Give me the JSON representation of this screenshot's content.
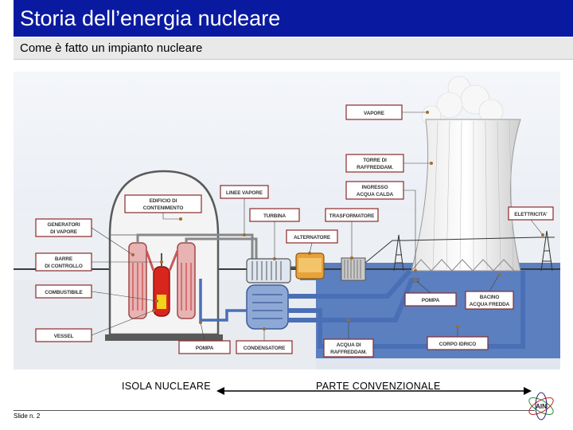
{
  "slide": {
    "title": "Storia dell’energia nucleare",
    "subtitle": "Come è fatto un impianto nucleare",
    "slide_number": "Slide n. 2",
    "logo_text": "AIN"
  },
  "diagram": {
    "labels": {
      "vapore": "VAPORE",
      "torre_1": "TORRE DI",
      "torre_2": "RAFFREDDAM.",
      "ingresso_1": "INGRESSO",
      "ingresso_2": "ACQUA CALDA",
      "linee_vapore": "LINEE VAPORE",
      "edificio_1": "EDIFICIO DI",
      "edificio_2": "CONTENIMENTO",
      "generatori_1": "GENERATORI",
      "generatori_2": "DI VAPORE",
      "barre_1": "BARRE",
      "barre_2": "DI CONTROLLO",
      "combustibile": "COMBUSTIBILE",
      "vessel": "VESSEL",
      "turbina": "TURBINA",
      "trasformatore": "TRASFORMATORE",
      "elettricita": "ELETTRICITA'",
      "alternatore": "ALTERNATORE",
      "pompa_1": "POMPA",
      "bacino_1": "BACINO",
      "bacino_2": "ACQUA FREDDA",
      "pompa_2": "POMPA",
      "condensatore": "CONDENSATORE",
      "acqua_raff_1": "ACQUA DI",
      "acqua_raff_2": "RAFFREDDAM.",
      "corpo_idrico": "CORPO IDRICO"
    }
  },
  "sections": {
    "isola": "ISOLA NUCLEARE",
    "convenzionale": "PARTE CONVENZIONALE"
  },
  "colors": {
    "title_bg": "#0a1aa0",
    "pipe_blue": "#4a6fb5",
    "reactor_red": "#d8261e"
  }
}
